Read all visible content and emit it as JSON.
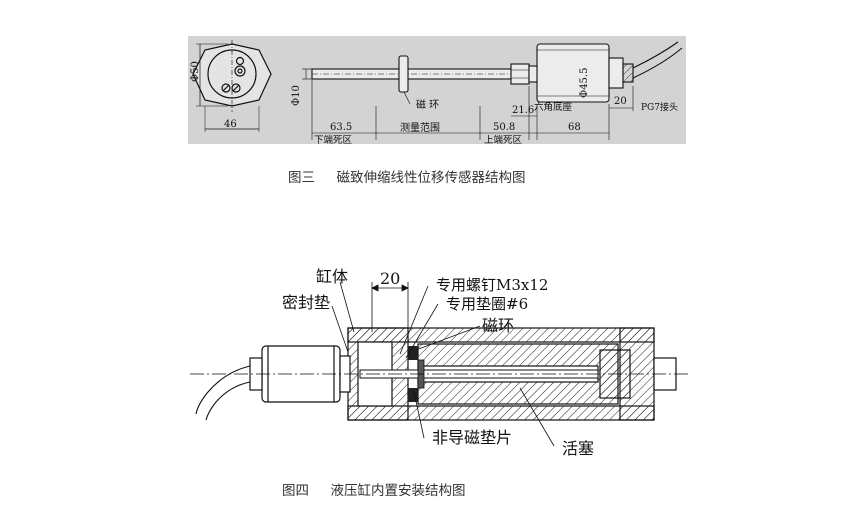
{
  "figure3": {
    "caption": "图三     磁致伸缩线性位移传感器结构图",
    "labels": {
      "d50": "Φ50",
      "d10": "Φ10",
      "w46": "46",
      "len635": "63.5",
      "lower_dead_zone": "下端死区",
      "measure_range": "测量范围",
      "magnet_ring": "磁 环",
      "len508": "50.8",
      "upper_dead_zone": "上端死区",
      "len216": "21.6",
      "hex_base": "六角底座",
      "d455": "Φ45.5",
      "len68": "68",
      "len20": "20",
      "pg7": "PG7接头"
    }
  },
  "figure4": {
    "caption": "图四     液压缸内置安装结构图",
    "labels": {
      "cylinder_body": "缸体",
      "seal_gasket": "密封垫",
      "dim20": "20",
      "screw": "专用螺钉M3x12",
      "washer": "专用垫圈#6",
      "magnet_ring": "磁环",
      "nonmag_spacer": "非导磁垫片",
      "piston": "活塞"
    }
  }
}
